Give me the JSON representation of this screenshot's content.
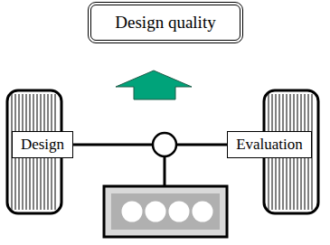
{
  "diagram": {
    "nodes": [
      {
        "text": [
          "Design quality"
        ]
      },
      {
        "text": [
          "Design"
        ]
      },
      {
        "text": [
          "Evaluation"
        ]
      }
    ],
    "edges": [
      {
        "from": 1,
        "to": 2,
        "arrow": "none"
      }
    ]
  }
}
